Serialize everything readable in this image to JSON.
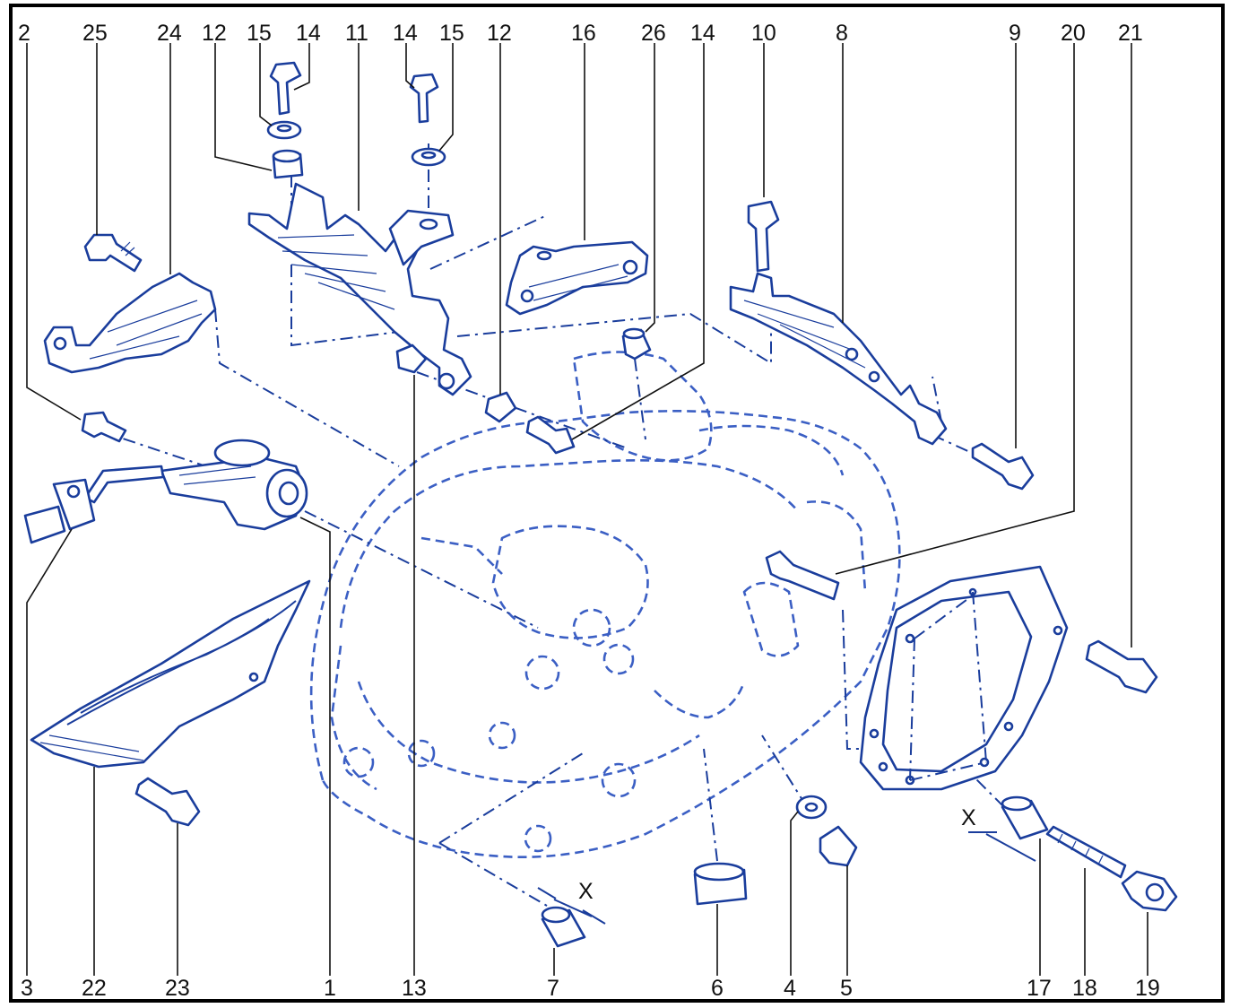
{
  "diagram": {
    "type": "exploded-view",
    "colors": {
      "line": "#1a3d9c",
      "housing": "#3b5fc4",
      "labels": "#111111",
      "frame": "#000000"
    },
    "callouts_top": [
      "2",
      "25",
      "24",
      "12",
      "15",
      "14",
      "11",
      "14",
      "15",
      "12",
      "16",
      "26",
      "14",
      "10",
      "8",
      "9",
      "20",
      "21"
    ],
    "callouts_bottom": [
      "3",
      "22",
      "23",
      "1",
      "13",
      "7",
      "6",
      "4",
      "5",
      "17",
      "18",
      "19"
    ],
    "dimension_marks": [
      "X",
      "X"
    ]
  }
}
